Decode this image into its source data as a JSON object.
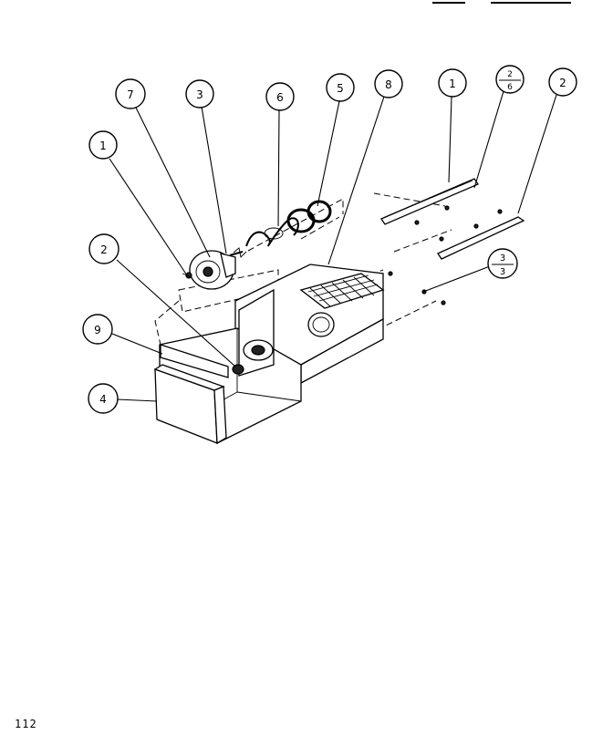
{
  "callouts": [
    {
      "id": "c7",
      "label": "7"
    },
    {
      "id": "c3a",
      "label": "3"
    },
    {
      "id": "c6",
      "label": "6"
    },
    {
      "id": "c5",
      "label": "5"
    },
    {
      "id": "c8",
      "label": "8"
    },
    {
      "id": "c1a",
      "label": "1"
    },
    {
      "id": "c1b",
      "label": "1"
    },
    {
      "id": "c2",
      "label": "2"
    },
    {
      "id": "c9",
      "label": "9"
    },
    {
      "id": "c4",
      "label": "4"
    },
    {
      "id": "c2b",
      "label": "2"
    }
  ],
  "split_callouts": [
    {
      "id": "s2-6",
      "top": "2",
      "bottom": "6"
    },
    {
      "id": "s3-3",
      "top": "3",
      "bottom": "3"
    }
  ],
  "page_number": "112"
}
